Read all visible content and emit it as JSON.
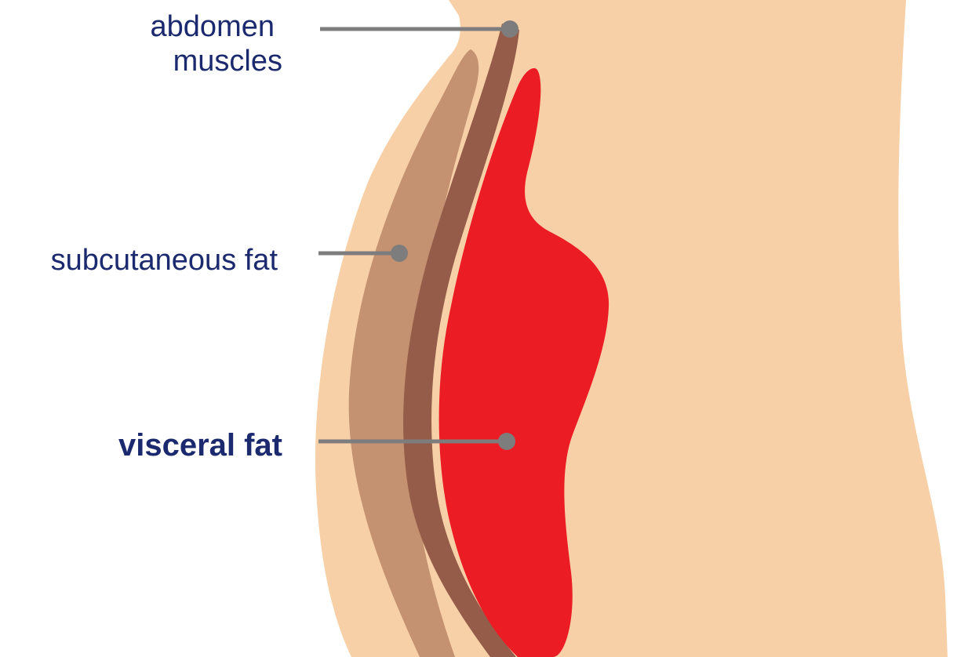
{
  "labels": {
    "abdomen_line1": "abdomen",
    "abdomen_line2": "muscles",
    "subcutaneous": "subcutaneous fat",
    "visceral": "visceral fat"
  },
  "colors": {
    "skin": "#f8d0a7",
    "subcutaneous_fat": "#c49171",
    "muscle": "#955c4a",
    "visceral_fat": "#ec1c24",
    "leader_line": "#7d7d7d",
    "label_text": "#1b2a6e"
  }
}
